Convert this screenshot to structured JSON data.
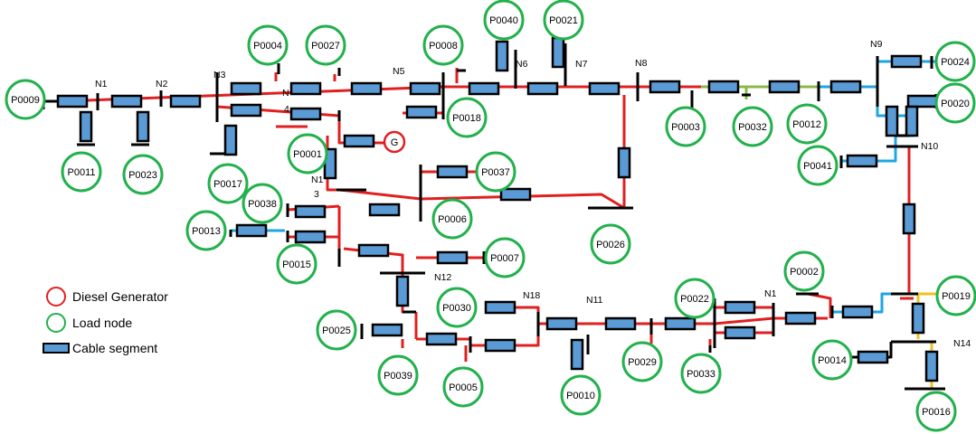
{
  "colors": {
    "red_line": "#e02020",
    "cyan_line": "#1ea6e0",
    "green_line": "#8cb84a",
    "yellow_line": "#f0c020",
    "black_line": "#000000",
    "load_circle": "#22b14c",
    "generator_circle": "#e02020",
    "cable_fill": "#5b9bd5"
  },
  "legend": {
    "diesel_label": "Diesel Generator",
    "load_label": "Load node",
    "cable_label": "Cable segment"
  },
  "generator_symbol": "G",
  "nodes": [
    "N1",
    "N2",
    "N3",
    "N",
    "4",
    "N5",
    "N6",
    "N7",
    "N8",
    "N9",
    "N10",
    "N1",
    "3",
    "N12",
    "N18",
    "N11",
    "N1",
    "N14"
  ],
  "loads": [
    "P0009",
    "P0011",
    "P0023",
    "P0004",
    "P0027",
    "P0008",
    "P0040",
    "P0021",
    "P0018",
    "P0001",
    "P0017",
    "P0038",
    "P0013",
    "P0015",
    "P0037",
    "P0006",
    "P0026",
    "P0003",
    "P0032",
    "P0012",
    "P0024",
    "P0020",
    "P0041",
    "P0007",
    "P0030",
    "P0025",
    "P0039",
    "P0005",
    "P0010",
    "P0029",
    "P0022",
    "P0033",
    "P0002",
    "P0019",
    "P0014",
    "P0016"
  ]
}
